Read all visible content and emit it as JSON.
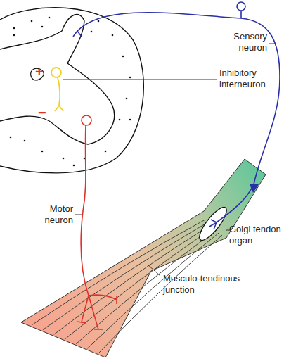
{
  "diagram": {
    "labels": [
      "Sensory neuron",
      "+",
      "Inhibitory interneuron",
      "−",
      "Motor neuron",
      "Golgi tendon organ",
      "Musculo-tendinous junction"
    ]
  }
}
